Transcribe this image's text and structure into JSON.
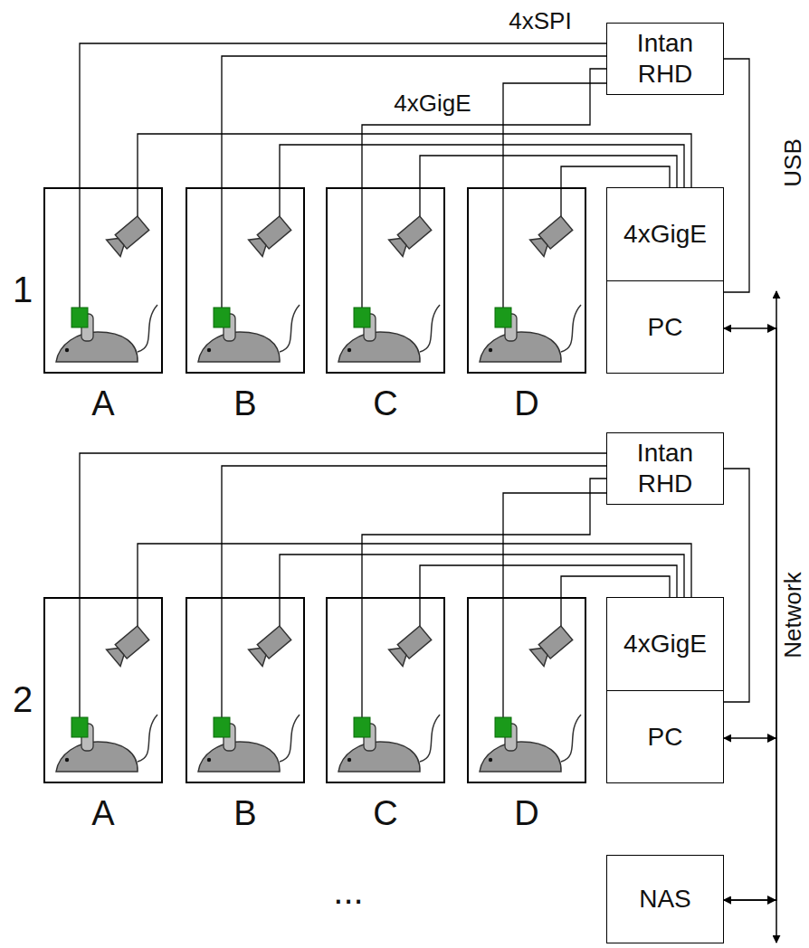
{
  "diagram": {
    "nodes": [
      {
        "text": [
          "Intan RHD"
        ]
      },
      {
        "text": [
          "A"
        ]
      },
      {
        "text": [
          "B"
        ]
      },
      {
        "text": [
          "C"
        ]
      },
      {
        "text": [
          "D"
        ]
      },
      {
        "text": [
          "4xGigE"
        ]
      },
      {
        "text": [
          "PC"
        ]
      },
      {
        "text": [
          "Intan RHD"
        ]
      },
      {
        "text": [
          "A"
        ]
      },
      {
        "text": [
          "B"
        ]
      },
      {
        "text": [
          "C"
        ]
      },
      {
        "text": [
          "D"
        ]
      },
      {
        "text": [
          "4xGigE"
        ]
      },
      {
        "text": [
          "PC"
        ]
      },
      {
        "text": [
          "NAS"
        ]
      }
    ],
    "edges": [
      {
        "from": 0,
        "to": 1,
        "arrow": "none"
      },
      {
        "from": 0,
        "to": 2,
        "arrow": "none"
      },
      {
        "from": 0,
        "to": 3,
        "arrow": "none"
      },
      {
        "from": 0,
        "to": 4,
        "arrow": "none"
      },
      {
        "from": 5,
        "to": 1,
        "arrow": "none"
      },
      {
        "from": 5,
        "to": 2,
        "arrow": "none"
      },
      {
        "from": 5,
        "to": 3,
        "arrow": "none"
      },
      {
        "from": 5,
        "to": 4,
        "arrow": "none"
      },
      {
        "from": 0,
        "to": 6,
        "label": "USB",
        "arrow": "none"
      },
      {
        "from": 6,
        "to": 14,
        "arrow": "both"
      },
      {
        "from": 7,
        "to": 8,
        "arrow": "none"
      },
      {
        "from": 7,
        "to": 9,
        "arrow": "none"
      },
      {
        "from": 7,
        "to": 10,
        "arrow": "none"
      },
      {
        "from": 7,
        "to": 11,
        "arrow": "none"
      },
      {
        "from": 12,
        "to": 8,
        "arrow": "none"
      },
      {
        "from": 12,
        "to": 9,
        "arrow": "none"
      },
      {
        "from": 12,
        "to": 10,
        "arrow": "none"
      },
      {
        "from": 12,
        "to": 11,
        "arrow": "none"
      },
      {
        "from": 7,
        "to": 13,
        "arrow": "none"
      },
      {
        "from": 13,
        "to": 14,
        "arrow": "both"
      }
    ],
    "labels": [
      "1",
      "2",
      "4xSPI",
      "4xGigE",
      "Network",
      "..."
    ]
  }
}
